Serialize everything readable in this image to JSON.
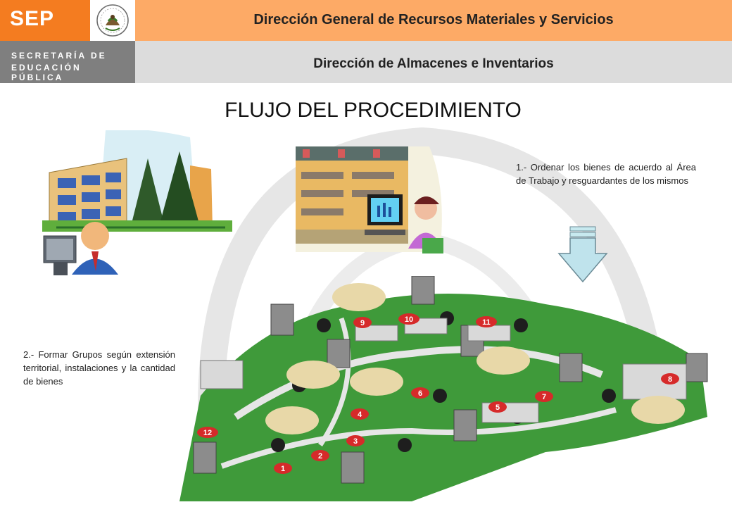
{
  "header": {
    "logo_sep": "SEP",
    "logo_line1": "SECRETARÍA DE",
    "logo_line2": "EDUCACIÓN PÚBLICA",
    "title_top": "Dirección General de Recursos Materiales y Servicios",
    "title_sub": "Dirección de Almacenes e Inventarios"
  },
  "page": {
    "title": "FLUJO DEL PROCEDIMIENTO",
    "step1": "1.- Ordenar los bienes de acuerdo al Área de Trabajo y resguardantes de los mismos",
    "step2": "2.- Formar Grupos según extensión territorial, instalaciones y la cantidad de bienes"
  },
  "map": {
    "zone_labels": [
      "1",
      "2",
      "3",
      "4",
      "5",
      "6",
      "7",
      "8",
      "9",
      "10",
      "11",
      "12"
    ]
  },
  "colors": {
    "orange": "#f47c20",
    "orange_light": "#fdaa66",
    "grey": "#7f7f7f",
    "grey_light": "#dcdcdc",
    "grass": "#3f9a3a",
    "marker": "#d62a2a"
  },
  "icons": [
    "coat-of-arms-icon",
    "school-building-icon",
    "office-worker-icon",
    "classroom-icon",
    "arrow-down-icon",
    "campus-map-icon",
    "filing-cabinet-icon",
    "office-chair-icon",
    "worker-group-icon"
  ]
}
